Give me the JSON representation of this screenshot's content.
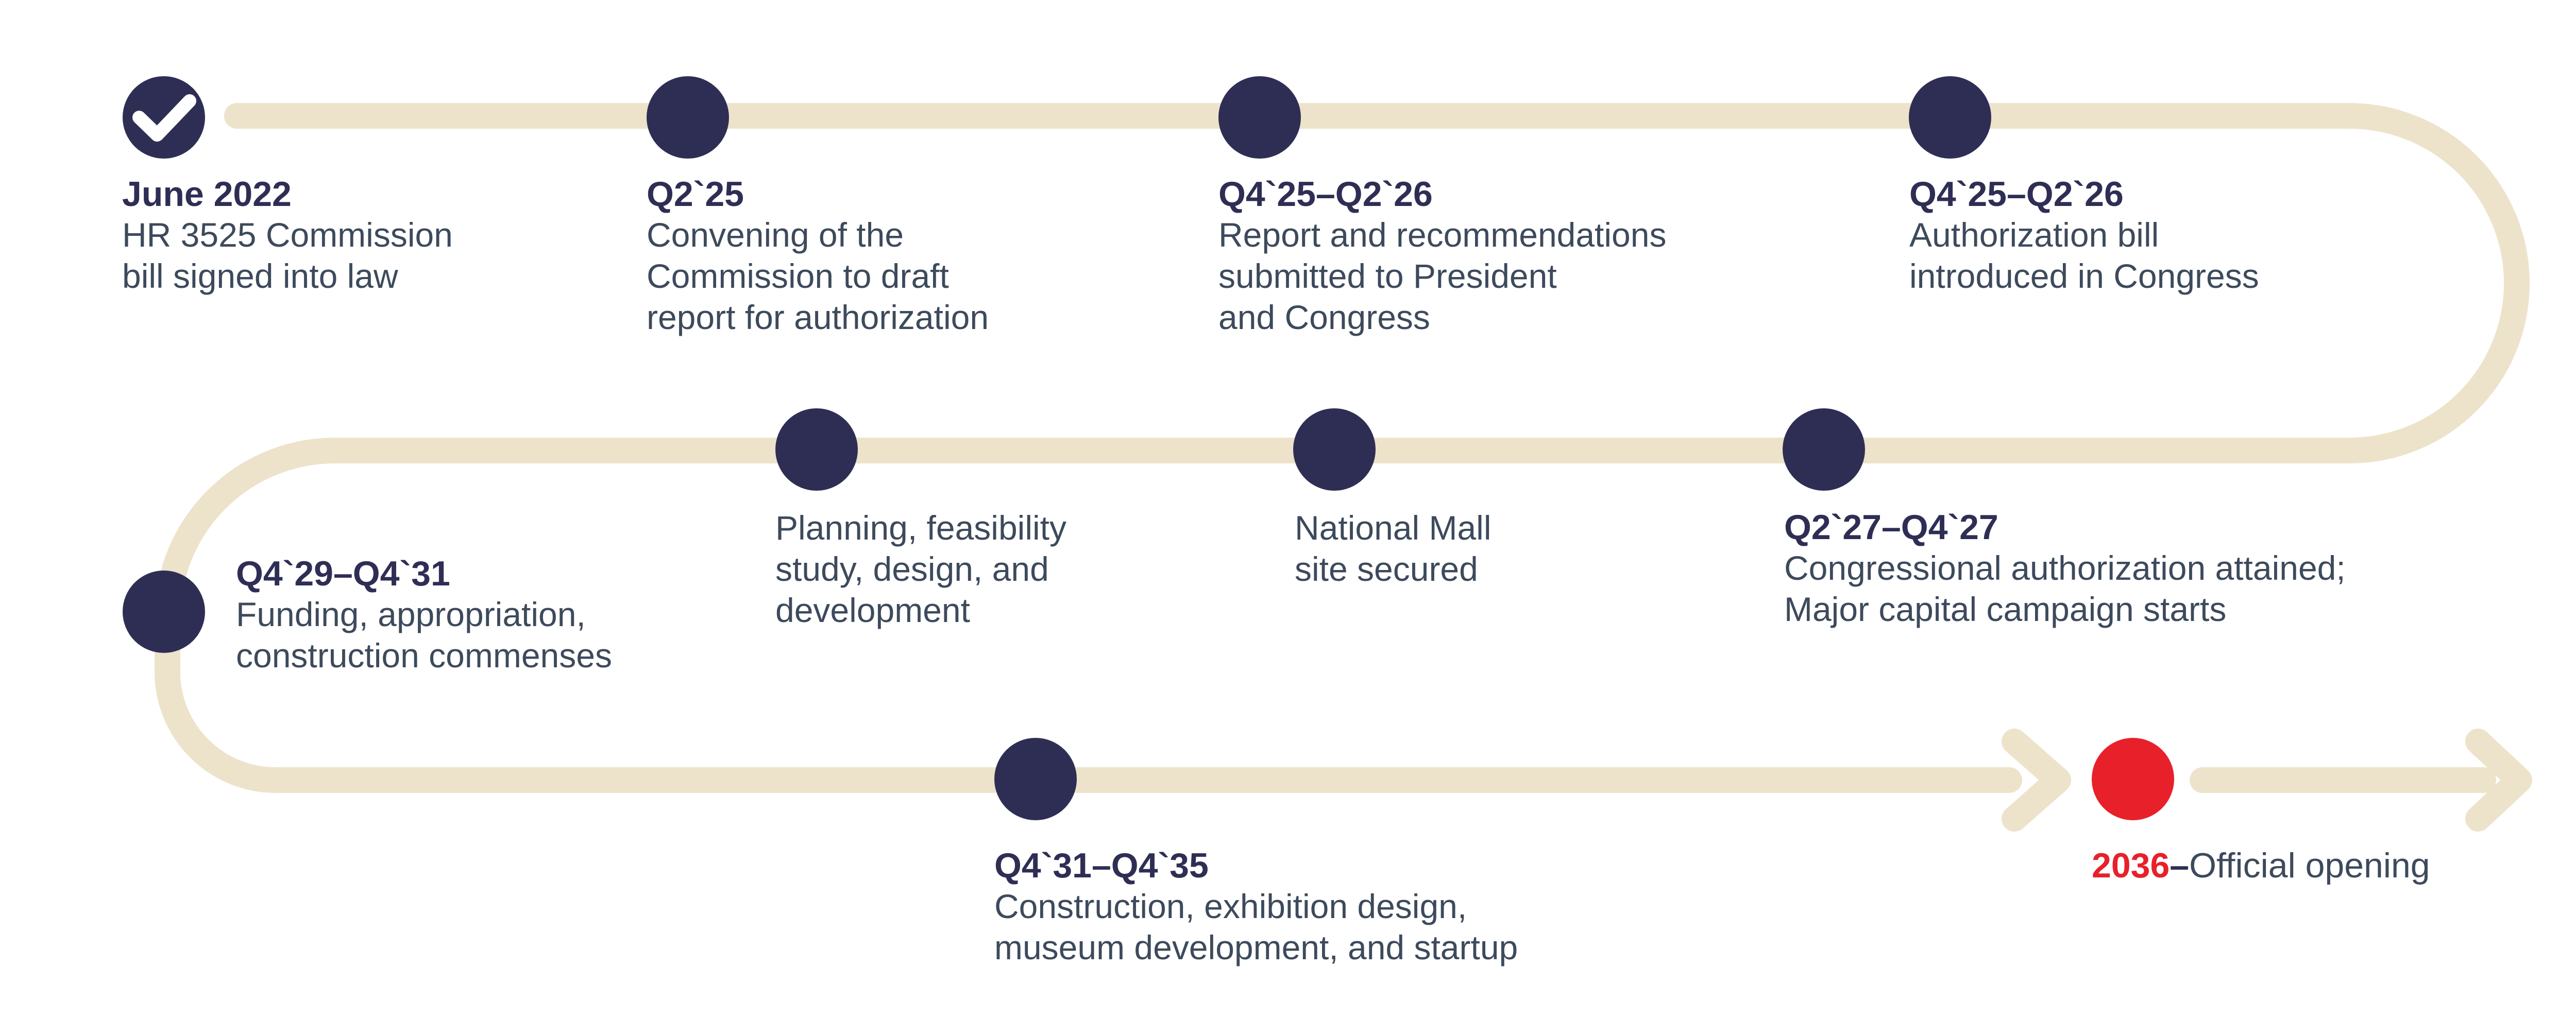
{
  "colors": {
    "track": "#ede3cb",
    "node": "#2e2e55",
    "final_node": "#e8202a",
    "date_text": "#2e2e55",
    "body_text": "#3d4a5c",
    "check": "#ffffff"
  },
  "milestones": [
    {
      "date": "June 2022",
      "lines": [
        "HR 3525 Commission",
        "bill signed into law"
      ],
      "icon": "check-icon"
    },
    {
      "date": "Q2`25",
      "lines": [
        "Convening of the",
        "Commission to draft",
        "report for authorization"
      ]
    },
    {
      "date": "Q4`25–Q2`26",
      "lines": [
        "Report and recommendations",
        "submitted to President",
        "and Congress"
      ]
    },
    {
      "date": "Q4`25–Q2`26",
      "lines": [
        "Authorization bill",
        "introduced in Congress"
      ]
    },
    {
      "date": "Q2`27–Q4`27",
      "lines": [
        "Congressional authorization attained;",
        "Major capital campaign starts"
      ]
    },
    {
      "date": "",
      "lines": [
        "National Mall",
        "site secured"
      ]
    },
    {
      "date": "",
      "lines": [
        "Planning, feasibility",
        "study, design, and",
        "development"
      ]
    },
    {
      "date": "Q4`29–Q4`31",
      "lines": [
        "Funding, appropriation,",
        "construction commenses"
      ]
    },
    {
      "date": "Q4`31–Q4`35",
      "lines": [
        "Construction, exhibition design,",
        "museum development, and startup"
      ]
    }
  ],
  "closing": {
    "year": "2036",
    "dash": "–",
    "text": "Official opening"
  }
}
